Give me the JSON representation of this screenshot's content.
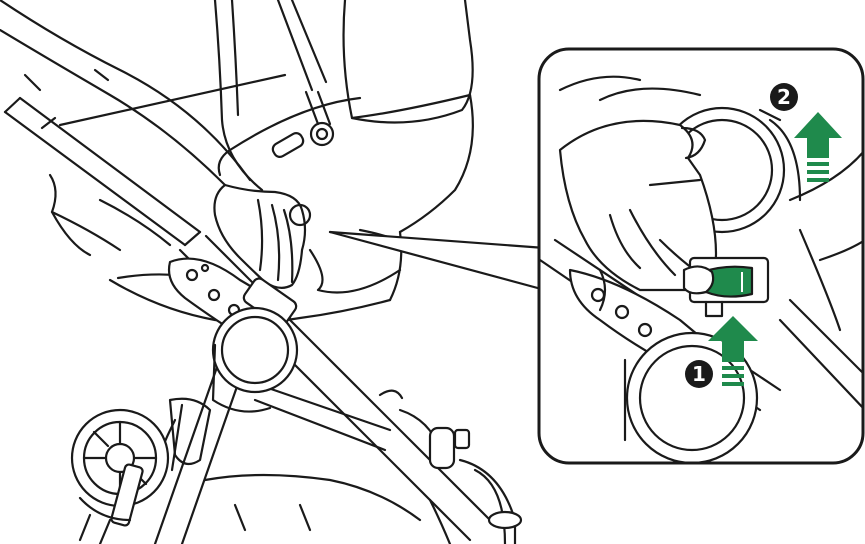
{
  "figure": {
    "steps": [
      {
        "number": "1",
        "direction": "up"
      },
      {
        "number": "2",
        "direction": "up"
      }
    ]
  },
  "colors": {
    "line": "#1a1a1a",
    "accent": "#1f8a4c",
    "background": "#ffffff"
  }
}
